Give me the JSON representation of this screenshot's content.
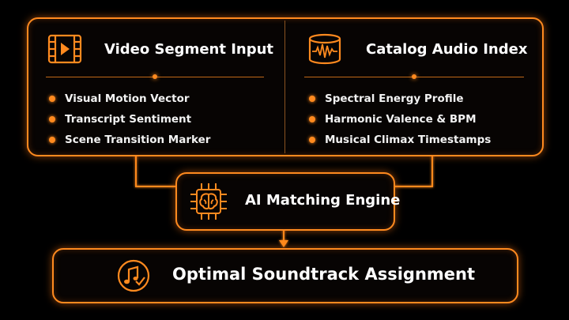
{
  "accent_color": "#ff8a1f",
  "background_color": "#000000",
  "video_panel": {
    "icon": "video-play-icon",
    "title": "Video Segment Input",
    "items": [
      "Visual Motion Vector",
      "Transcript Sentiment",
      "Scene Transition Marker"
    ]
  },
  "audio_panel": {
    "icon": "audio-database-icon",
    "title": "Catalog Audio Index",
    "items": [
      "Spectral Energy Profile",
      "Harmonic Valence & BPM",
      "Musical Climax Timestamps"
    ]
  },
  "engine": {
    "icon": "ai-brain-chip-icon",
    "label": "AI Matching Engine"
  },
  "output": {
    "icon": "music-note-check-icon",
    "label": "Optimal Soundtrack Assignment"
  }
}
